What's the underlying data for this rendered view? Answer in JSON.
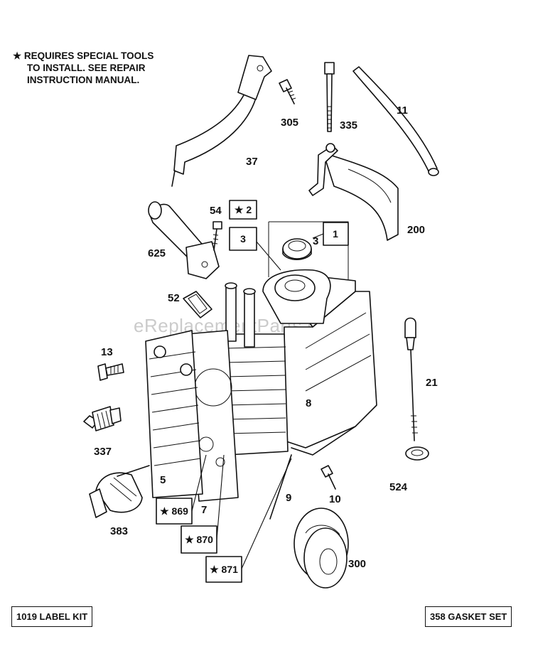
{
  "watermark": "eReplacementParts.com",
  "note": {
    "star": "★",
    "lines": [
      "REQUIRES SPECIAL TOOLS",
      "TO INSTALL.  SEE REPAIR",
      "INSTRUCTION MANUAL."
    ]
  },
  "kits": {
    "label_kit": "1019 LABEL KIT",
    "gasket_set": "358 GASKET SET"
  },
  "part_labels": {
    "p37": "37",
    "p305": "305",
    "p335": "335",
    "p11": "11",
    "p200": "200",
    "p54": "54",
    "p625": "625",
    "p52": "52",
    "p13": "13",
    "p337": "337",
    "p383": "383",
    "p5": "5",
    "p7": "7",
    "p8": "8",
    "p9": "9",
    "p10": "10",
    "p21": "21",
    "p524": "524",
    "p300": "300",
    "p3": "3"
  },
  "boxed_labels": {
    "b2": "★ 2",
    "b3": "3",
    "b1": "1",
    "b869": "★ 869",
    "b870": "★ 870",
    "b871": "★ 871"
  }
}
